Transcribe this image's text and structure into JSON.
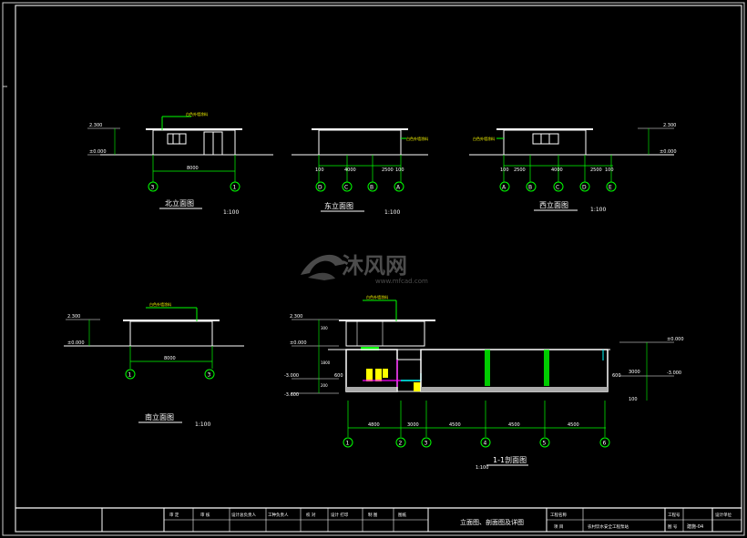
{
  "views": {
    "north": {
      "title": "北立面图",
      "scale": "1:100",
      "axis_left": "3",
      "axis_right": "1",
      "span": "8000",
      "note": "白色外墙涂料"
    },
    "east": {
      "title": "东立面图",
      "scale": "1:100",
      "axes": [
        "D",
        "C",
        "B",
        "A"
      ],
      "dims": [
        "100",
        "4000",
        "2500",
        "100"
      ],
      "note": "白色外墙涂料"
    },
    "west": {
      "title": "西立面图",
      "scale": "1:100",
      "axes": [
        "A",
        "B",
        "C",
        "D",
        "E"
      ],
      "dims": [
        "100",
        "2500",
        "4000",
        "2500",
        "100"
      ],
      "note": "白色外墙涂料"
    },
    "south": {
      "title": "南立面图",
      "scale": "1:100",
      "axis_left": "1",
      "axis_right": "3",
      "span": "8000",
      "note": "白色外墙涂料"
    },
    "section": {
      "title": "1-1剖面图",
      "scale": "1:100",
      "axes": [
        "1",
        "2",
        "3",
        "4",
        "5",
        "6"
      ],
      "dims": [
        "4800",
        "3000",
        "4500",
        "4500",
        "4500"
      ],
      "note": "白色外墙涂料"
    }
  },
  "levels": {
    "north": [
      "2.300",
      "±0.000"
    ],
    "west": [
      "2.300",
      "±0.000"
    ],
    "south": [
      "2.300",
      "±0.000"
    ],
    "section_left": [
      "2.300",
      "±0.000",
      "-3.000",
      "-3.600"
    ],
    "section_right": [
      "±0.000",
      "-3.000"
    ],
    "small_dims": [
      "300",
      "1800",
      "200",
      "600",
      "3000",
      "100"
    ]
  },
  "watermark": {
    "brand": "沐风网",
    "url": "www.mfcad.com"
  },
  "title_block": {
    "headers": [
      "审 定",
      "审 核",
      "设计总负责人",
      "工种负责人",
      "校 对",
      "设计 打印",
      "制 图"
    ],
    "drawing_label": "图纸",
    "drawing_name": "立面图、剖面图及详图",
    "project_label": "工程名称",
    "project_sub": "项 目",
    "project_name": "农村饮水安全工程泵站",
    "number_label": "工程号",
    "sheet_label": "图 号",
    "sheet_no": "建施-04",
    "unit": "设计单位"
  }
}
